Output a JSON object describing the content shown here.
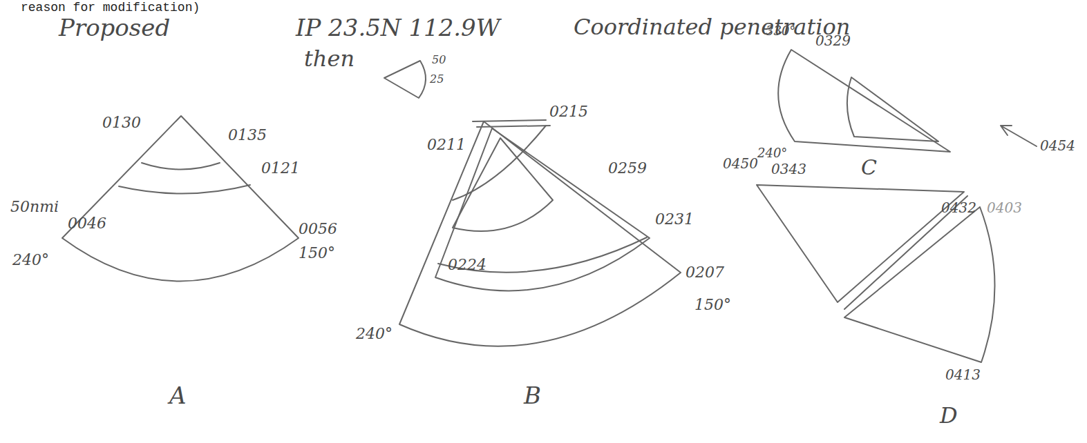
{
  "diagram": {
    "labels": [
      "reason for modification)",
      "Proposed",
      "IP 23.5N 112.9W",
      "Coordinated penetration",
      "then",
      "50",
      "25",
      "0130",
      "0135",
      "0121",
      "50nmi",
      "0046",
      "0056",
      "150°",
      "240°",
      "A",
      "0215",
      "0211",
      "0259",
      "0231",
      "0224",
      "0207",
      "150°",
      "240°",
      "B",
      "330°",
      "0329",
      "0450",
      "240°",
      "0343",
      "C",
      "0454",
      "0432",
      "0403",
      "0413",
      "D"
    ]
  }
}
